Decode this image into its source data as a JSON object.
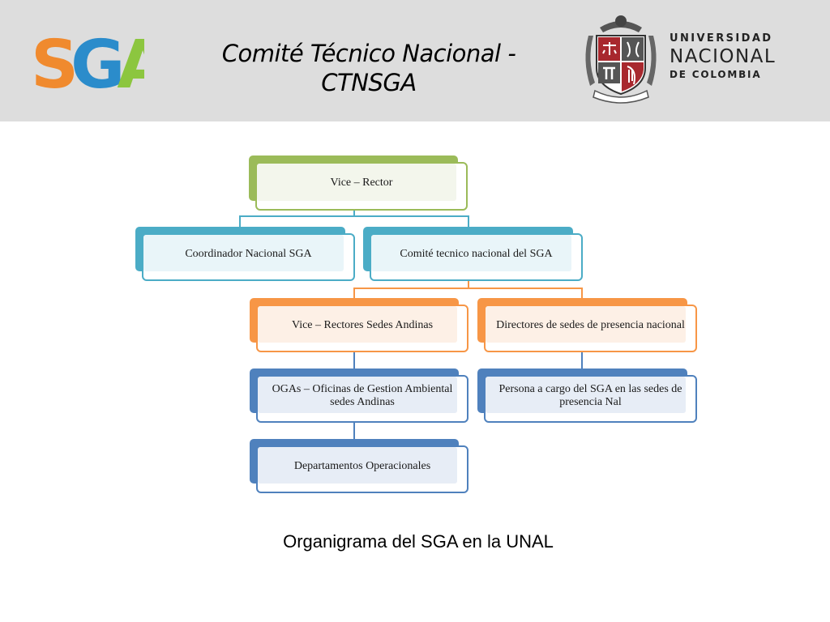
{
  "header": {
    "title_line1": "Comité Técnico Nacional -",
    "title_line2": "CTNSGA",
    "sga_logo_text": "SGA",
    "university": {
      "line1": "UNIVERSIDAD",
      "line2": "NACIONAL",
      "line3": "DE COLOMBIA"
    }
  },
  "colors": {
    "level1": "#9bbb59",
    "level2": "#4bacc6",
    "level3": "#f79646",
    "level4": "#4f81bd",
    "logo_orange": "#f08a2e",
    "logo_blue": "#2b8ccb",
    "logo_green": "#8cc63f"
  },
  "org_chart": {
    "nodes": [
      {
        "id": "vice_rector",
        "label": "Vice – Rector",
        "parent": null
      },
      {
        "id": "coordinador",
        "label": "Coordinador Nacional SGA",
        "parent": "vice_rector"
      },
      {
        "id": "comite",
        "label": "Comité tecnico nacional del SGA",
        "parent": "vice_rector"
      },
      {
        "id": "vice_rectores_andinas",
        "label": "Vice – Rectores Sedes Andinas",
        "parent": "comite"
      },
      {
        "id": "directores",
        "label": "Directores de sedes de presencia nacional",
        "parent": "comite"
      },
      {
        "id": "ogas",
        "label": "OGAs – Oficinas de Gestion Ambiental sedes Andinas",
        "parent": "vice_rectores_andinas"
      },
      {
        "id": "persona_cargo",
        "label": "Persona a cargo del SGA en las sedes de presencia Nal",
        "parent": "directores"
      },
      {
        "id": "departamentos",
        "label": "Departamentos Operacionales",
        "parent": "ogas"
      }
    ]
  },
  "caption": "Organigrama del SGA en la UNAL"
}
